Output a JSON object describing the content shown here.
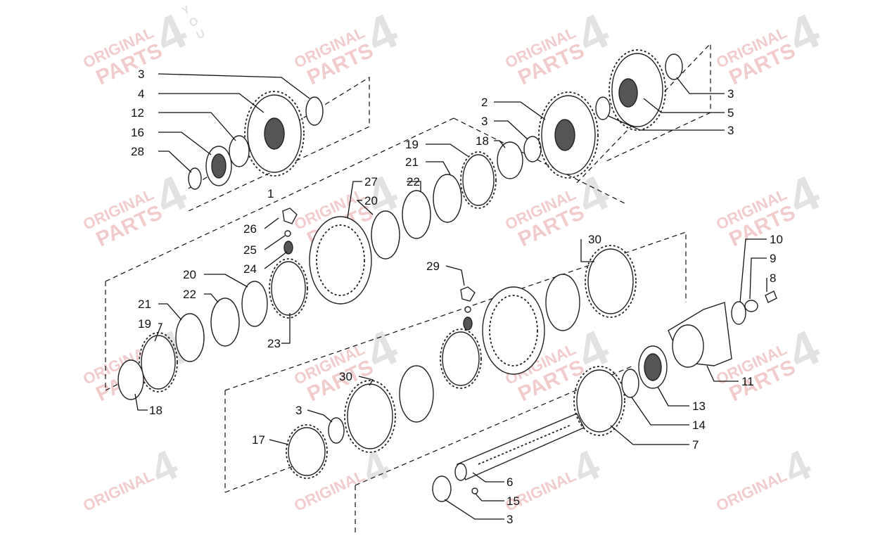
{
  "watermark": {
    "line1": "ORIGINAL",
    "line2": "PARTS",
    "mark": "4",
    "you": [
      "Y",
      "O",
      "U"
    ],
    "text_color": "#e9a3a6",
    "mark_color": "#d6d6d6"
  },
  "callouts": [
    {
      "id": "c-3a",
      "text": "3"
    },
    {
      "id": "c-4",
      "text": "4"
    },
    {
      "id": "c-12",
      "text": "12"
    },
    {
      "id": "c-16",
      "text": "16"
    },
    {
      "id": "c-28",
      "text": "28"
    },
    {
      "id": "c-1",
      "text": "1"
    },
    {
      "id": "c-26",
      "text": "26"
    },
    {
      "id": "c-25",
      "text": "25"
    },
    {
      "id": "c-24",
      "text": "24"
    },
    {
      "id": "c-20a",
      "text": "20"
    },
    {
      "id": "c-22a",
      "text": "22"
    },
    {
      "id": "c-21a",
      "text": "21"
    },
    {
      "id": "c-19a",
      "text": "19"
    },
    {
      "id": "c-23",
      "text": "23"
    },
    {
      "id": "c-18a",
      "text": "18"
    },
    {
      "id": "c-27",
      "text": "27"
    },
    {
      "id": "c-20b",
      "text": "20"
    },
    {
      "id": "c-22b",
      "text": "22"
    },
    {
      "id": "c-21b",
      "text": "21"
    },
    {
      "id": "c-19b",
      "text": "19"
    },
    {
      "id": "c-18b",
      "text": "18"
    },
    {
      "id": "c-2",
      "text": "2"
    },
    {
      "id": "c-3b",
      "text": "3"
    },
    {
      "id": "c-3c",
      "text": "3"
    },
    {
      "id": "c-5",
      "text": "5"
    },
    {
      "id": "c-3d",
      "text": "3"
    },
    {
      "id": "c-30a",
      "text": "30"
    },
    {
      "id": "c-29",
      "text": "29"
    },
    {
      "id": "c-10",
      "text": "10"
    },
    {
      "id": "c-9",
      "text": "9"
    },
    {
      "id": "c-8",
      "text": "8"
    },
    {
      "id": "c-11",
      "text": "11"
    },
    {
      "id": "c-30b",
      "text": "30"
    },
    {
      "id": "c-3e",
      "text": "3"
    },
    {
      "id": "c-17",
      "text": "17"
    },
    {
      "id": "c-13",
      "text": "13"
    },
    {
      "id": "c-14",
      "text": "14"
    },
    {
      "id": "c-7",
      "text": "7"
    },
    {
      "id": "c-6",
      "text": "6"
    },
    {
      "id": "c-15",
      "text": "15"
    },
    {
      "id": "c-3f",
      "text": "3"
    }
  ]
}
